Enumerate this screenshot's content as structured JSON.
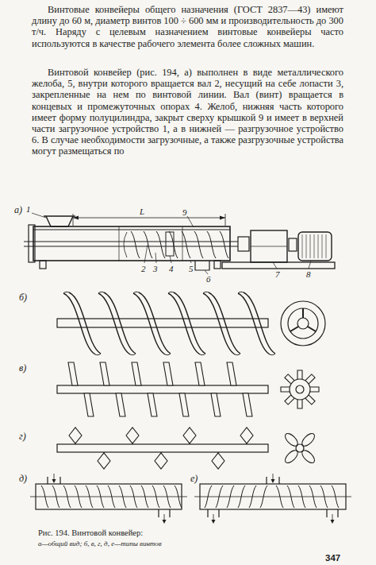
{
  "diagram": {
    "caption": "Рис. 194. Винтовой конвейер:",
    "labels": [
      "Винтовые конвейеры общего назначения (ГОСТ 2837—43) имеют длину до 60 м, диаметр винтов 100 ÷ 600 мм и производительность до 300 т/ч. Наряду с целевым назначением винтовые конвейеры часто используются в качестве рабочего элемента более сложных машин.",
      "Винтовой конвейер (рис. 194, а) выполнен в виде металлического желоба, 5, внутри которого вращается вал 2, несущий на себе лопасти 3, закрепленные на нем по винтовой линии. Вал (винт) вращается в концевых и промежуточных опорах 4. Желоб, нижняя часть которого имеет форму полуцилиндра, закрыт сверху крышкой 9 и имеет в верхней части загрузочное устройство 1, а в нижней — разгрузочное устройство 6. В случае необходимости загрузочные, а также разгрузочные устройства могут размещаться по",
      "а)",
      "1",
      "L",
      "9",
      "2",
      "3",
      "4",
      "5",
      "6",
      "7",
      "8",
      "б)",
      "в)",
      "г)",
      "д)",
      "е)",
      "а—общий вид; б, в, г, д, е—типы винтов",
      "347"
    ]
  }
}
